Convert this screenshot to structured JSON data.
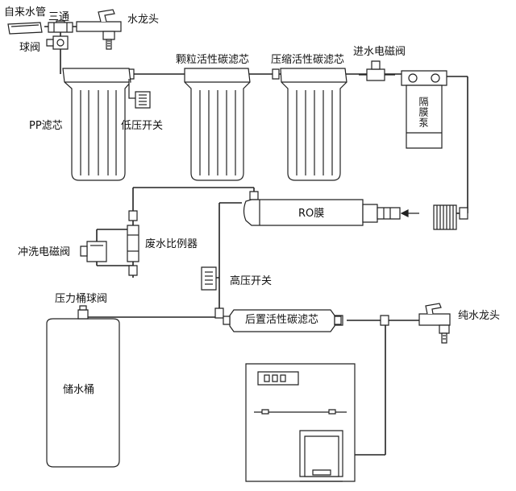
{
  "labels": {
    "tap_water_pipe": "自来水管",
    "tee": "三通",
    "faucet": "水龙头",
    "ball_valve": "球阀",
    "granular_carbon": "颗粒活性碳滤芯",
    "compressed_carbon": "压缩活性碳滤芯",
    "inlet_solenoid": "进水电磁阀",
    "diaphragm_pump": "隔膜泵",
    "pp_filter": "PP滤芯",
    "low_pressure_switch": "低压开关",
    "ro_membrane": "RO膜",
    "flush_solenoid": "冲洗电磁阀",
    "waste_ratio": "废水比例器",
    "high_pressure_switch": "高压开关",
    "tank_ball_valve": "压力桶球阀",
    "post_carbon": "后置活性碳滤芯",
    "pure_faucet": "纯水龙头",
    "storage_tank": "储水桶"
  }
}
